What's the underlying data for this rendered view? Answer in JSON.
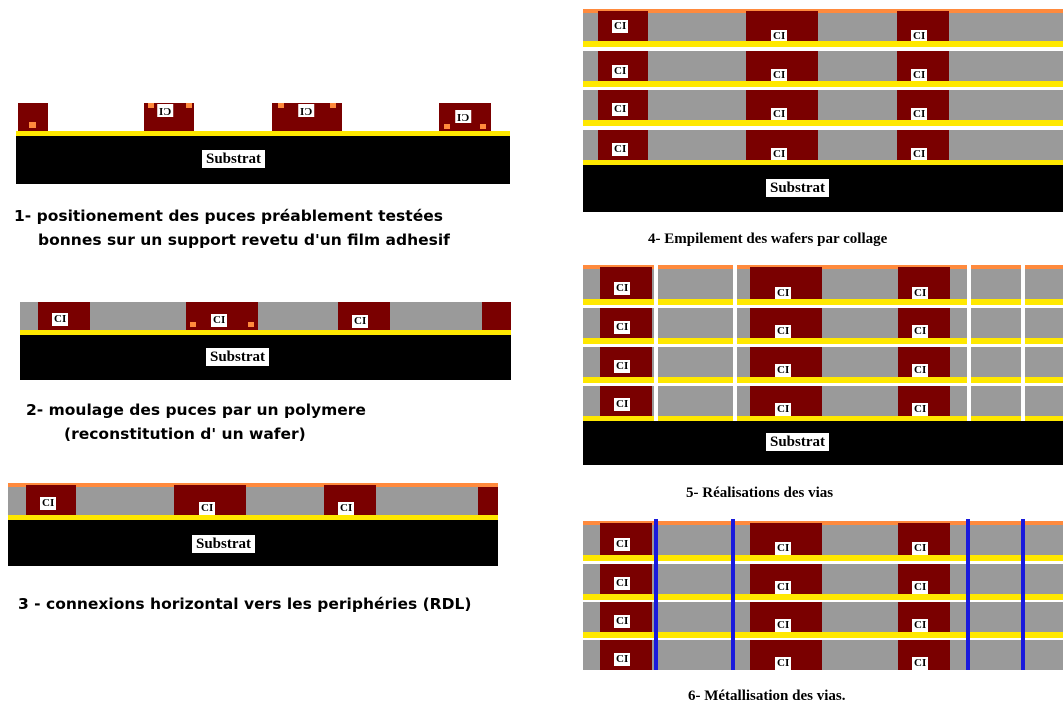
{
  "labels": {
    "substrat": "Substrat",
    "ci": "CI"
  },
  "steps": [
    {
      "caption_line1": "1- positionement des puces préablement testées",
      "caption_line2": "bonnes sur un support revetu d'un film adhesif"
    },
    {
      "caption_line1": "2- moulage des puces par un polymere",
      "caption_line2": "(reconstitution d' un wafer)"
    },
    {
      "caption_line1": "3 - connexions horizontal vers les periphéries (RDL)"
    },
    {
      "caption_line1": "4- Empilement des wafers par collage"
    },
    {
      "caption_line1": "5- Réalisations des vias"
    },
    {
      "caption_line1": "6- Métallisation des vias."
    }
  ],
  "colors": {
    "substrate": "#000000",
    "adhesive_film": "#ffe800",
    "polymer": "#9a9a9a",
    "chip": "#7a0000",
    "pad": "#ff8a3d",
    "via_metal": "#1a1adc"
  }
}
